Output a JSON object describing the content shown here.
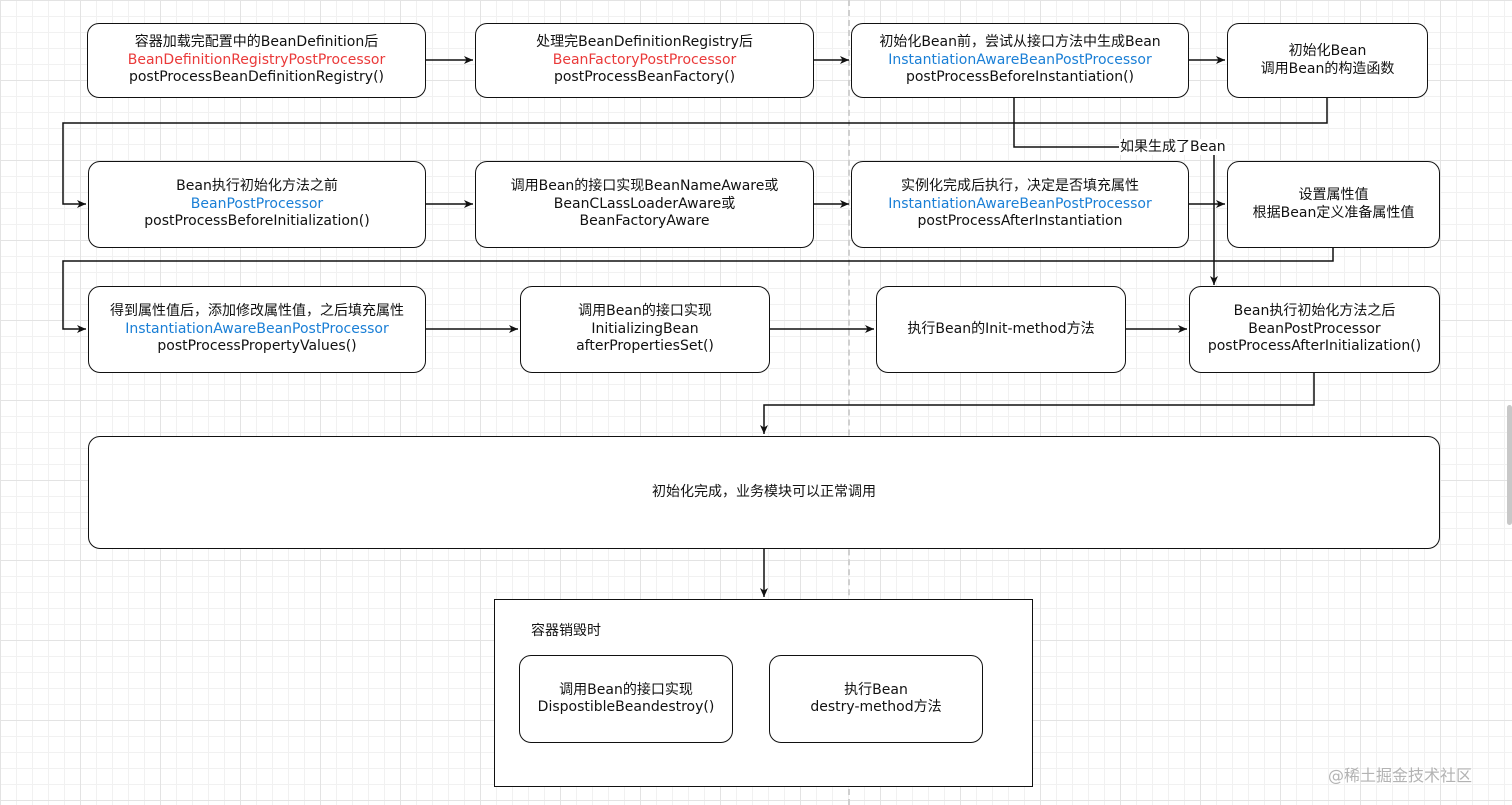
{
  "colors": {
    "red": "#ea3a3a",
    "blue": "#1a7fd6"
  },
  "nodes": [
    {
      "id": "n1",
      "lines": [
        {
          "text": "容器加载完配置中的BeanDefinition后"
        },
        {
          "text": "BeanDefinitionRegistryPostProcessor",
          "color": "red"
        },
        {
          "text": "postProcessBeanDefinitionRegistry()"
        }
      ]
    },
    {
      "id": "n2",
      "lines": [
        {
          "text": "处理完BeanDefinitionRegistry后"
        },
        {
          "text": "BeanFactoryPostProcessor",
          "color": "red"
        },
        {
          "text": "postProcessBeanFactory()"
        }
      ]
    },
    {
      "id": "n3",
      "lines": [
        {
          "text": "初始化Bean前，尝试从接口方法中生成Bean"
        },
        {
          "text": "InstantiationAwareBeanPostProcessor",
          "color": "blue"
        },
        {
          "text": "postProcessBeforeInstantiation()"
        }
      ]
    },
    {
      "id": "n4",
      "lines": [
        {
          "text": "初始化Bean"
        },
        {
          "text": "调用Bean的构造函数"
        }
      ]
    },
    {
      "id": "n5",
      "lines": [
        {
          "text": "Bean执行初始化方法之前"
        },
        {
          "text": "BeanPostProcessor",
          "color": "blue"
        },
        {
          "text": "postProcessBeforeInitialization()"
        }
      ]
    },
    {
      "id": "n6",
      "lines": [
        {
          "text": "调用Bean的接口实现BeanNameAware或"
        },
        {
          "text": "BeanCLassLoaderAware或"
        },
        {
          "text": "BeanFactoryAware"
        }
      ]
    },
    {
      "id": "n7",
      "lines": [
        {
          "text": "实例化完成后执行，决定是否填充属性"
        },
        {
          "text": "InstantiationAwareBeanPostProcessor",
          "color": "blue"
        },
        {
          "text": "postProcessAfterInstantiation"
        }
      ]
    },
    {
      "id": "n8",
      "lines": [
        {
          "text": "设置属性值"
        },
        {
          "text": "根据Bean定义准备属性值"
        }
      ]
    },
    {
      "id": "n9",
      "lines": [
        {
          "text": "得到属性值后，添加修改属性值，之后填充属性"
        },
        {
          "text": "InstantiationAwareBeanPostProcessor",
          "color": "blue"
        },
        {
          "text": "postProcessPropertyValues()"
        }
      ]
    },
    {
      "id": "n10",
      "lines": [
        {
          "text": "调用Bean的接口实现"
        },
        {
          "text": "InitializingBean"
        },
        {
          "text": "afterPropertiesSet()"
        }
      ]
    },
    {
      "id": "n11",
      "lines": [
        {
          "text": "执行Bean的Init-method方法"
        }
      ]
    },
    {
      "id": "n12",
      "lines": [
        {
          "text": "Bean执行初始化方法之后"
        },
        {
          "text": "BeanPostProcessor"
        },
        {
          "text": "postProcessAfterInitialization()"
        }
      ]
    },
    {
      "id": "n13",
      "lines": [
        {
          "text": "初始化完成，业务模块可以正常调用"
        }
      ]
    },
    {
      "id": "n14",
      "lines": [
        {
          "text": "调用Bean的接口实现"
        },
        {
          "text": "DispostibleBeandestroy()"
        }
      ]
    },
    {
      "id": "n15",
      "lines": [
        {
          "text": "执行Bean"
        },
        {
          "text": "destry-method方法"
        }
      ]
    }
  ],
  "group": {
    "title": "容器销毁时"
  },
  "edge_labels": {
    "bean_generated": "如果生成了Bean"
  },
  "watermark": "@稀土掘金技术社区"
}
